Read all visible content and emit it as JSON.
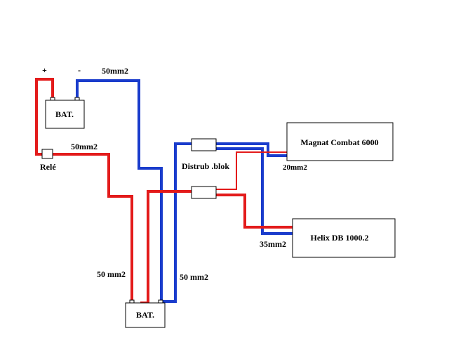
{
  "battery_top": {
    "label": "BAT.",
    "plus_sign": "+",
    "minus_sign": "-"
  },
  "battery_bottom": {
    "label": "BAT."
  },
  "relay": {
    "label": "Relé"
  },
  "distribution_block": {
    "label": "Distrub .blok"
  },
  "amp_1": {
    "label": "Magnat Combat 6000"
  },
  "amp_2": {
    "label": "Helix DB 1000.2"
  },
  "cable_labels": {
    "top_negative": "50mm2",
    "relay_positive": "50mm2",
    "left_positive": "50 mm2",
    "right_negative": "50 mm2",
    "amp_1_positive": "20mm2",
    "amp_2_positive": "35mm2"
  },
  "colors": {
    "positive_wire": "#e31b1b",
    "negative_wire": "#1a3ccc",
    "outline": "#000000"
  }
}
